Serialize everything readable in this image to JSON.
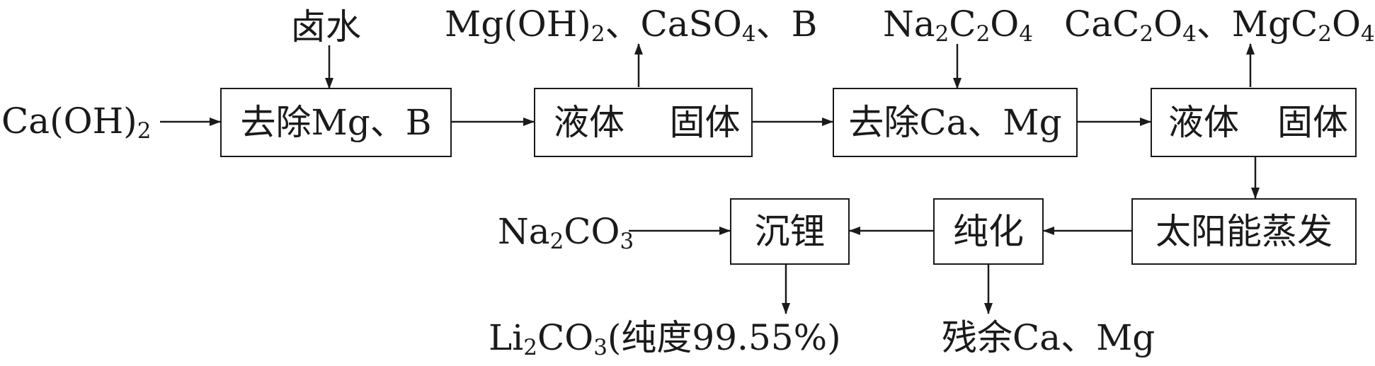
{
  "inputs": {
    "caoh2": [
      {
        "t": "Ca(OH)"
      },
      {
        "t": "2",
        "sub": true
      }
    ],
    "brine": "卤水",
    "na2c2o4": [
      {
        "t": "Na"
      },
      {
        "t": "2",
        "sub": true
      },
      {
        "t": "C"
      },
      {
        "t": "2",
        "sub": true
      },
      {
        "t": "O"
      },
      {
        "t": "4",
        "sub": true
      }
    ],
    "na2co3": [
      {
        "t": "Na"
      },
      {
        "t": "2",
        "sub": true
      },
      {
        "t": "CO"
      },
      {
        "t": "3",
        "sub": true
      }
    ]
  },
  "outputs": {
    "precipitate1": [
      {
        "t": "Mg(OH)"
      },
      {
        "t": "2",
        "sub": true
      },
      {
        "t": "、CaSO"
      },
      {
        "t": "4",
        "sub": true
      },
      {
        "t": "、B"
      }
    ],
    "precipitate2": [
      {
        "t": "CaC"
      },
      {
        "t": "2",
        "sub": true
      },
      {
        "t": "O"
      },
      {
        "t": "4",
        "sub": true
      },
      {
        "t": "、MgC"
      },
      {
        "t": "2",
        "sub": true
      },
      {
        "t": "O"
      },
      {
        "t": "4",
        "sub": true
      }
    ],
    "product": [
      {
        "t": "Li"
      },
      {
        "t": "2",
        "sub": true
      },
      {
        "t": "CO"
      },
      {
        "t": "3",
        "sub": true
      },
      {
        "t": "(纯度99.55%)"
      }
    ],
    "residue": "残余Ca、Mg"
  },
  "steps": {
    "remove_mg_b": "去除Mg、B",
    "separate1_liquid": "液体",
    "separate1_solid": "固体",
    "remove_ca_mg": "去除Ca、Mg",
    "separate2_liquid": "液体",
    "separate2_solid": "固体",
    "solar_evaporation": "太阳能蒸发",
    "purification": "纯化",
    "lithium_precipitation": "沉锂"
  },
  "colors": {
    "line": "#1a1a1a",
    "background": "#ffffff"
  }
}
